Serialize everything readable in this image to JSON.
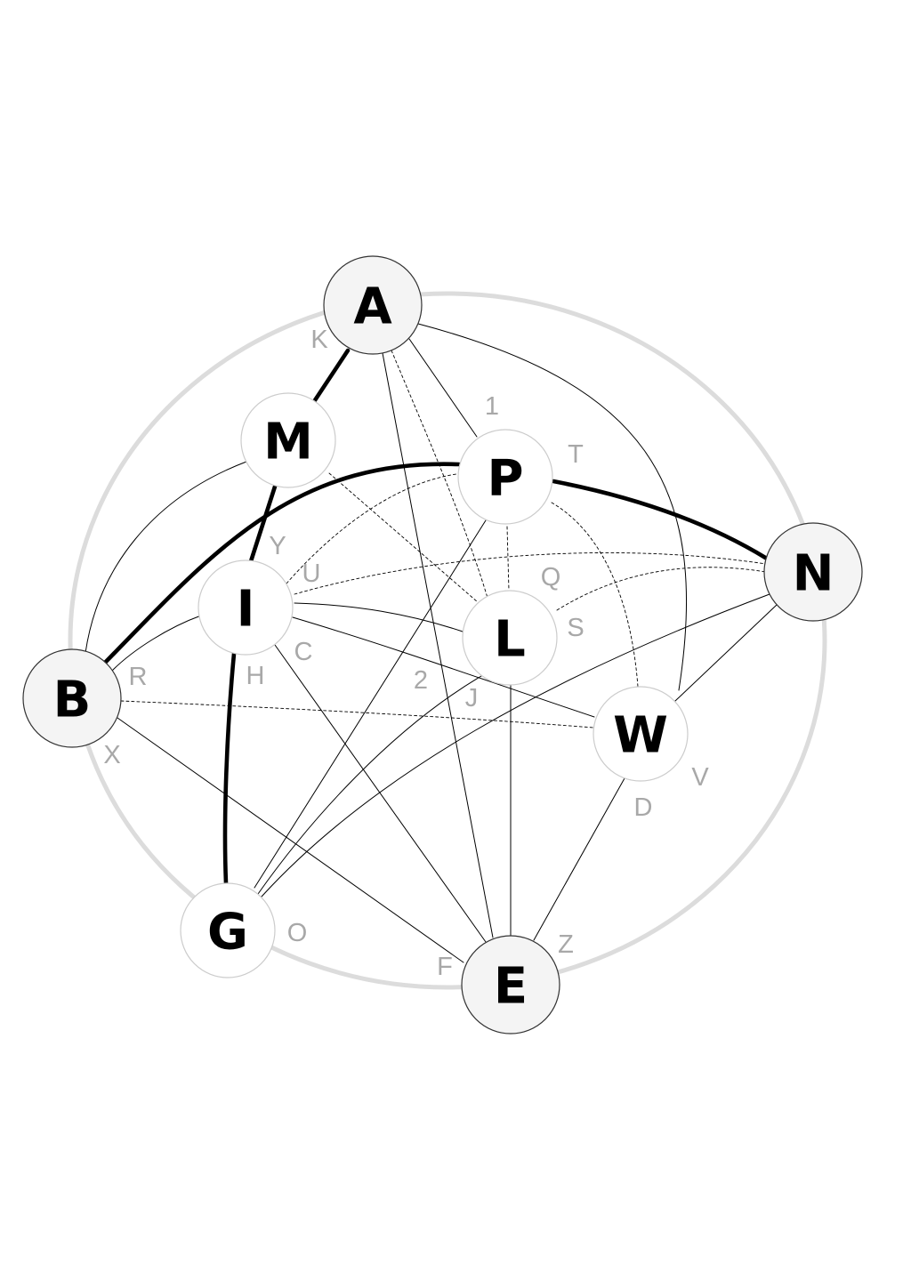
{
  "diagram": {
    "nodes": [
      {
        "id": "A",
        "label": "A",
        "style": "filled"
      },
      {
        "id": "M",
        "label": "M",
        "style": "light"
      },
      {
        "id": "P",
        "label": "P",
        "style": "light"
      },
      {
        "id": "N",
        "label": "N",
        "style": "filled"
      },
      {
        "id": "I",
        "label": "I",
        "style": "light"
      },
      {
        "id": "L",
        "label": "L",
        "style": "light"
      },
      {
        "id": "B",
        "label": "B",
        "style": "filled"
      },
      {
        "id": "W",
        "label": "W",
        "style": "light"
      },
      {
        "id": "G",
        "label": "G",
        "style": "light"
      },
      {
        "id": "E",
        "label": "E",
        "style": "filled"
      }
    ],
    "edges": [
      {
        "from": "A",
        "to": "M",
        "label": "K",
        "style": "thick"
      },
      {
        "from": "A",
        "to": "P",
        "label": "1",
        "style": "thin"
      },
      {
        "from": "A",
        "to": "W",
        "label": "",
        "style": "thin"
      },
      {
        "from": "A",
        "to": "E",
        "label": "J",
        "style": "thin"
      },
      {
        "from": "A",
        "to": "L",
        "label": "",
        "style": "dotted"
      },
      {
        "from": "M",
        "to": "B",
        "label": "",
        "style": "thin"
      },
      {
        "from": "M",
        "to": "I",
        "label": "Y",
        "style": "thick"
      },
      {
        "from": "M",
        "to": "L",
        "label": "",
        "style": "dotted"
      },
      {
        "from": "P",
        "to": "N",
        "label": "T",
        "style": "thick"
      },
      {
        "from": "P",
        "to": "B",
        "label": "",
        "style": "thick"
      },
      {
        "from": "P",
        "to": "L",
        "label": "",
        "style": "dotted"
      },
      {
        "from": "P",
        "to": "I",
        "label": "U",
        "style": "dotted"
      },
      {
        "from": "P",
        "to": "W",
        "label": "",
        "style": "dotted"
      },
      {
        "from": "P",
        "to": "G",
        "label": "",
        "style": "thin"
      },
      {
        "from": "N",
        "to": "I",
        "label": "Q",
        "style": "dotted"
      },
      {
        "from": "N",
        "to": "L",
        "label": "S",
        "style": "dotted"
      },
      {
        "from": "N",
        "to": "W",
        "label": "V",
        "style": "thin"
      },
      {
        "from": "N",
        "to": "G",
        "label": "",
        "style": "thin"
      },
      {
        "from": "I",
        "to": "L",
        "label": "",
        "style": "thin"
      },
      {
        "from": "I",
        "to": "B",
        "label": "R",
        "style": "thin"
      },
      {
        "from": "I",
        "to": "W",
        "label": "2",
        "style": "thin"
      },
      {
        "from": "I",
        "to": "E",
        "label": "C",
        "style": "thin"
      },
      {
        "from": "I",
        "to": "G",
        "label": "H",
        "style": "thick"
      },
      {
        "from": "L",
        "to": "G",
        "label": "",
        "style": "thin"
      },
      {
        "from": "L",
        "to": "E",
        "label": "",
        "style": "thin"
      },
      {
        "from": "B",
        "to": "W",
        "label": "",
        "style": "dotted"
      },
      {
        "from": "B",
        "to": "E",
        "label": "X",
        "style": "thin"
      },
      {
        "from": "W",
        "to": "E",
        "label": "D",
        "style": "thin"
      },
      {
        "from": "G",
        "to": "E",
        "label": "O",
        "style": "ring"
      },
      {
        "from": "E",
        "to": "E",
        "label": "F",
        "style": "ring"
      },
      {
        "from": "E",
        "to": "N",
        "label": "Z",
        "style": "ring"
      }
    ],
    "colors": {
      "ring": "#dcdcdc",
      "node_fill_filled": "#f4f4f4",
      "node_fill_light": "#ffffff",
      "node_stroke": "#333333",
      "node_stroke_light": "#cccccc",
      "edge": "#000000",
      "label": "#a8a8a8"
    }
  }
}
